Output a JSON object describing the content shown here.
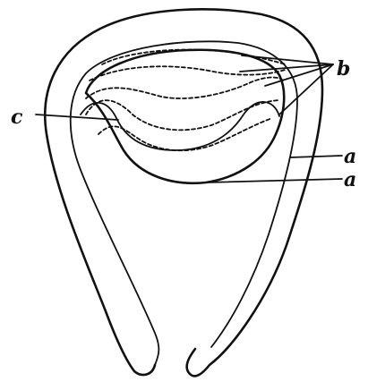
{
  "labels": {
    "b": "b",
    "c": "c",
    "a_upper": "a",
    "a_lower": "a"
  },
  "colors": {
    "ink": "#111111",
    "background": "#ffffff"
  }
}
